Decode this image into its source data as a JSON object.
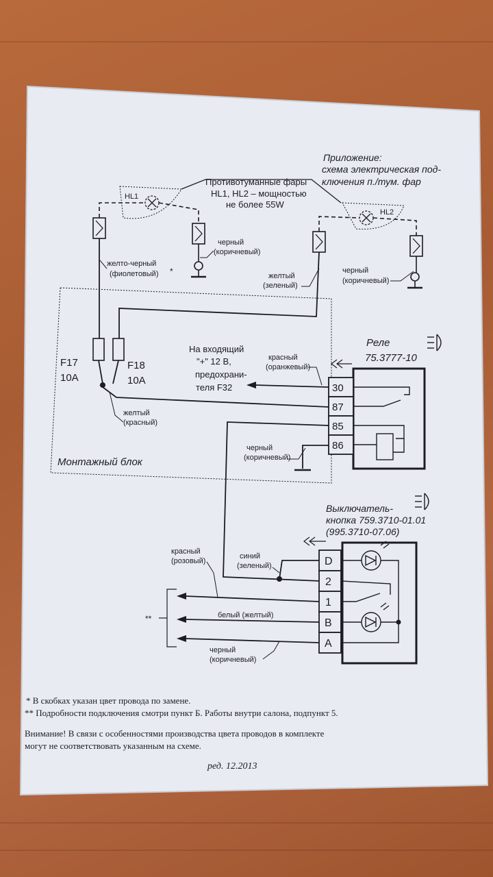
{
  "appendix": {
    "line1": "Приложение:",
    "line2": "схема электрическая под-",
    "line3": "ключения п./тум. фар"
  },
  "lamps": {
    "title": "Противотуманные фары",
    "line2": "HL1, HL2 – мощностью",
    "line3": "не более 55W",
    "hl1": "HL1",
    "hl2": "HL2"
  },
  "wires": {
    "black_brown_1": [
      "черный",
      "(коричневый)"
    ],
    "yellow_black": [
      "желто-черный",
      "(фиолетовый)"
    ],
    "yellow_black_mark": "*",
    "yellow_green": [
      "желтый",
      "(зеленый)"
    ],
    "black_brown_2": [
      "черный",
      "(коричневый)"
    ],
    "red_orange": [
      "красный",
      "(оранжевый)"
    ],
    "yellow_red": [
      "желтый",
      "(красный)"
    ],
    "black_brown_3": [
      "черный",
      "(коричневый)"
    ],
    "red_pink": [
      "красный",
      "(розовый)"
    ],
    "blue_green": [
      "синий",
      "(зеленый)"
    ],
    "white_yellow": "белый (желтый)",
    "black_brown_4": [
      "черный",
      "(коричневый)"
    ],
    "double_star": "**"
  },
  "fuses": {
    "f17": "F17",
    "f17_rating": "10A",
    "f18": "F18",
    "f18_rating": "10A"
  },
  "input_note": [
    "На входящий",
    "\"+\" 12 В,",
    "предохрани-",
    "теля  F32"
  ],
  "mount_block": "Монтажный блок",
  "relay": {
    "label": "Реле",
    "model": "75.3777-10",
    "pins": [
      "30",
      "87",
      "85",
      "86"
    ]
  },
  "switch": {
    "label1": "Выключатель-",
    "label2": "кнопка 759.3710-01.01",
    "label3": "(995.3710-07.06)",
    "pins": [
      "D",
      "2",
      "1",
      "B",
      "A"
    ]
  },
  "footnotes": {
    "note1": "* В скобках указан цвет провода по замене.",
    "note2": "** Подробности подключения смотри  пункт Б. Работы внутри салона, подпункт 5.",
    "warning1": "Внимание! В связи с особенностями производства цвета проводов в комплекте",
    "warning2": "могут не соответствовать указанным на схеме.",
    "edition": "ред.  12.2013"
  },
  "colors": {
    "paper": "#e9ecf2",
    "ink": "#1c1c24",
    "wood": "#b06238"
  }
}
